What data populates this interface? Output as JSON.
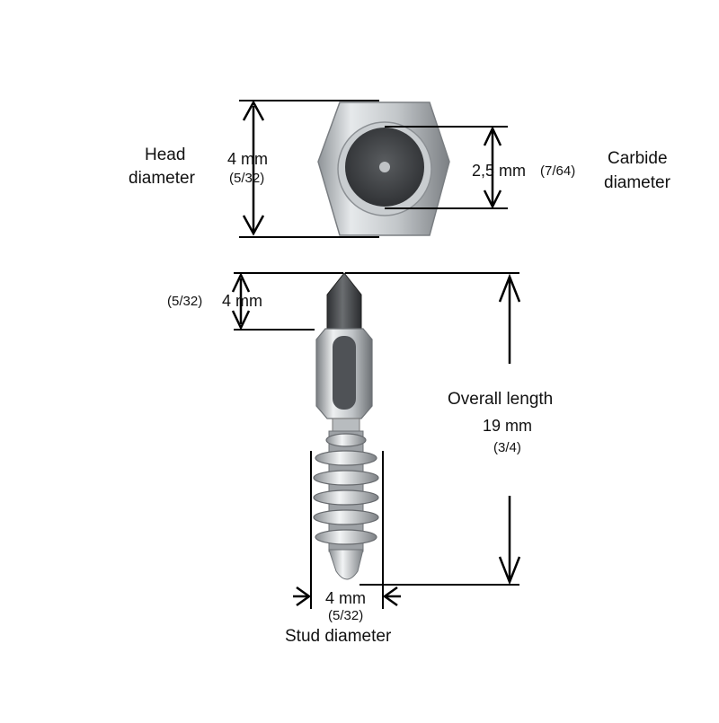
{
  "head": {
    "label_line1": "Head",
    "label_line2": "diameter",
    "value_mm": "4 mm",
    "value_in": "(5/32)"
  },
  "carbide": {
    "label_line1": "Carbide",
    "label_line2": "diameter",
    "value_mm": "2,5 mm",
    "value_in": "(7/64)"
  },
  "tip": {
    "value_in": "(5/32)",
    "value_mm": "4 mm"
  },
  "overall": {
    "label": "Overall length",
    "value_mm": "19 mm",
    "value_in": "(3/4)"
  },
  "stud": {
    "value_mm": "4 mm",
    "value_in": "(5/32)",
    "label": "Stud diameter"
  },
  "colors": {
    "line": "#000000",
    "metal_light": "#d9dde0",
    "metal_mid": "#a9aeb2",
    "metal_dark": "#6e7276",
    "carbide": "#3d3f42"
  }
}
